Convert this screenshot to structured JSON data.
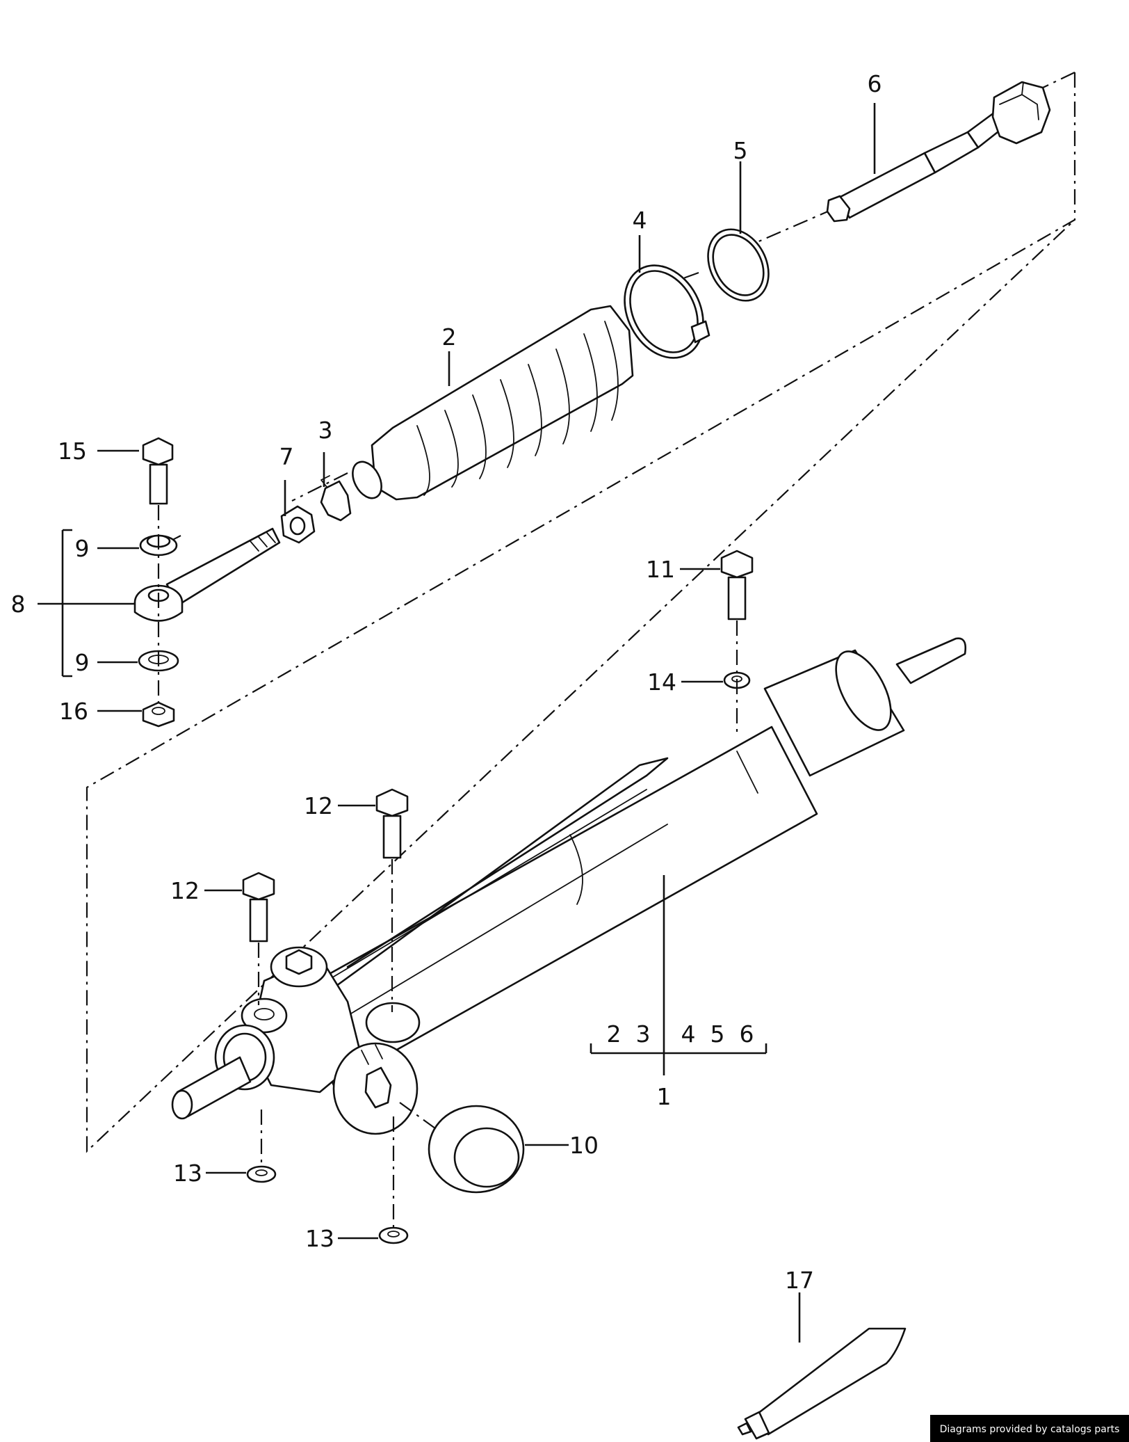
{
  "diagram": {
    "callouts": {
      "c1": "1",
      "c2": "2",
      "c3": "3",
      "c4": "4",
      "c5": "5",
      "c6": "6",
      "c7": "7",
      "c8": "8",
      "c9a": "9",
      "c9b": "9",
      "c10": "10",
      "c11": "11",
      "c12a": "12",
      "c12b": "12",
      "c13a": "13",
      "c13b": "13",
      "c14": "14",
      "c15": "15",
      "c16": "16",
      "c17": "17"
    },
    "kit_label": {
      "left": "2  3",
      "right": "4  5  6"
    }
  },
  "footer": {
    "credit": "Diagrams provided by catalogs parts"
  }
}
